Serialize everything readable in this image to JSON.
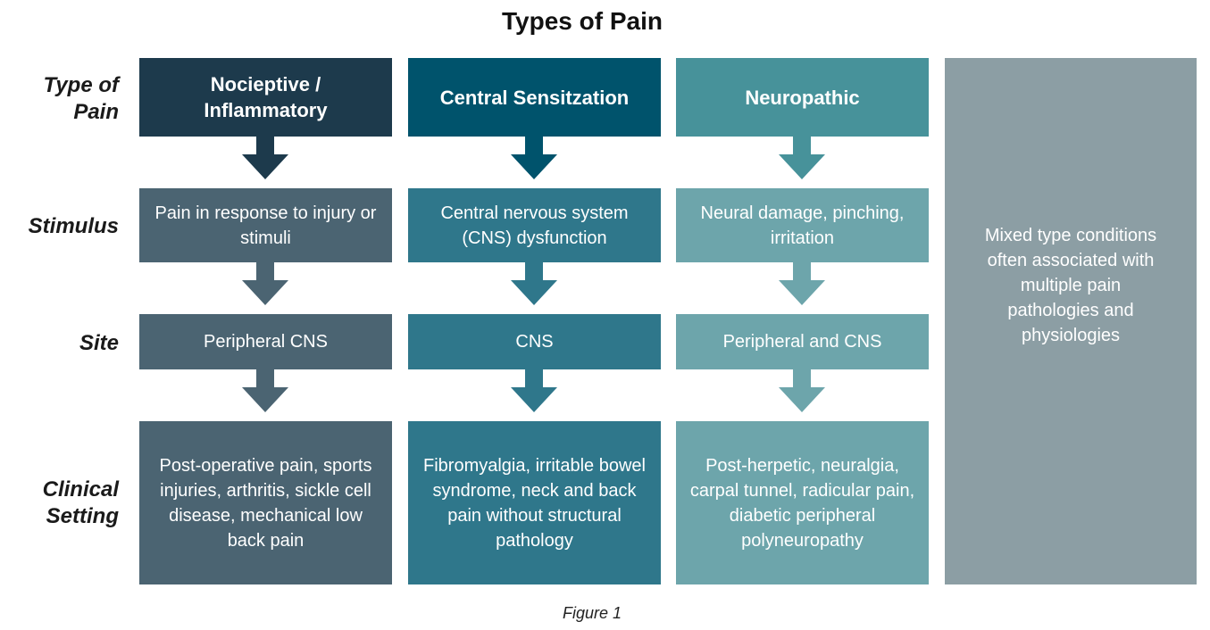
{
  "title": "Types of Pain",
  "caption": "Figure 1",
  "row_labels": {
    "type": "Type of Pain",
    "stimulus": "Stimulus",
    "site": "Site",
    "clinical": "Clinical Setting"
  },
  "columns": [
    {
      "type": "Nocieptive / Inflammatory",
      "stimulus": "Pain in response to injury or stimuli",
      "site": "Peripheral CNS",
      "clinical": "Post-operative pain, sports injuries, arthritis, sickle cell disease, mechanical low back pain",
      "colors": {
        "head": "#1d3a4c",
        "body": "#4b6472"
      }
    },
    {
      "type": "Central Sensitzation",
      "stimulus": "Central nervous system (CNS) dysfunction",
      "site": "CNS",
      "clinical": "Fibromyalgia, irritable bowel syndrome, neck and back pain without structural pathology",
      "colors": {
        "head": "#00536c",
        "body": "#2f778b"
      }
    },
    {
      "type": "Neuropathic",
      "stimulus": "Neural damage, pinching, irritation",
      "site": "Peripheral and CNS",
      "clinical": "Post-herpetic, neuralgia, carpal tunnel, radicular pain, diabetic peripheral polyneuropathy",
      "colors": {
        "head": "#47929a",
        "body": "#6da5ab"
      }
    }
  ],
  "mixed": "Mixed type conditions often associated with multiple pain pathologies and physiologies",
  "mixed_color": "#8c9ea4"
}
